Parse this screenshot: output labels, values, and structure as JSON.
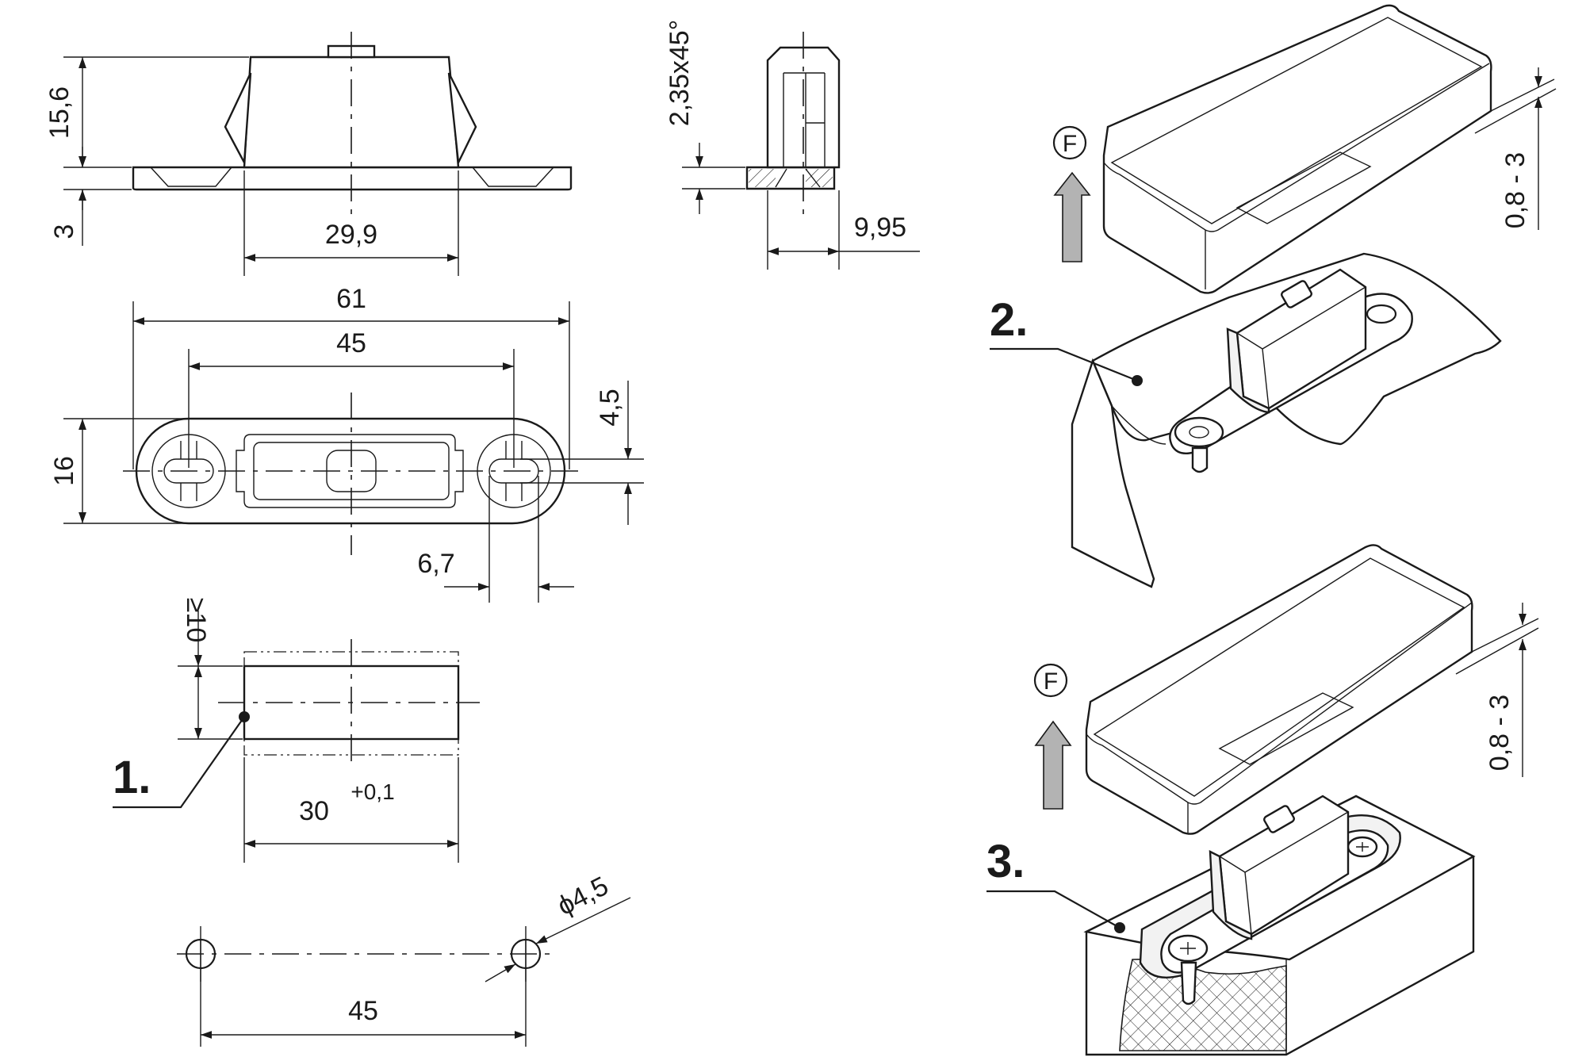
{
  "dimensions": {
    "height_total": "15,6",
    "base_thickness": "3",
    "body_width": "29,9",
    "chamfer": "2,35x45°",
    "side_width": "9,95",
    "overall_length": "61",
    "hole_spacing": "45",
    "overall_width": "16",
    "slot_width": "4,5",
    "slot_length": "6,7",
    "recess_depth": "≥10",
    "recess_length": "30",
    "recess_tolerance": "+0,1",
    "drill_spacing": "45",
    "drill_diameter": "ϕ4,5",
    "gap_range_upper": "0,8 - 3",
    "gap_range_lower": "0,8 - 3"
  },
  "steps": {
    "step1": "1.",
    "step2": "2.",
    "step3": "3."
  },
  "force": {
    "symbol_upper": "F",
    "symbol_lower": "F"
  },
  "colors": {
    "line": "#1a1a1a",
    "arrow_fill": "#b3b3b3",
    "background": "#ffffff"
  }
}
